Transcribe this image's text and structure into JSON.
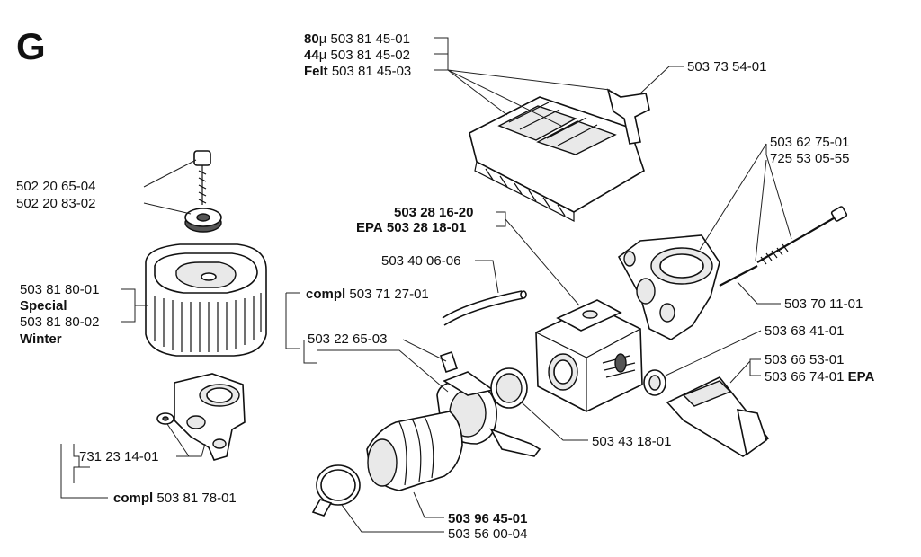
{
  "section": "G",
  "labels": {
    "filter_80": {
      "prefix": "80",
      "unit": "µ",
      "number": "503 81 45-01"
    },
    "filter_44": {
      "prefix": "44",
      "unit": "µ",
      "number": "503 81 45-02"
    },
    "filter_felt": {
      "prefix": "Felt",
      "number": "503 81 45-03"
    },
    "cover_bracket": "503 73 54-01",
    "knob": "502 20 65-04",
    "nut": "502 20 83-02",
    "air_filter_std": "503 81 80-01",
    "special": "Special",
    "air_filter_winter": "503 81 80-02",
    "winter": "Winter",
    "nut_small": "731 23 14-01",
    "bracket_compl": {
      "prefix": "compl",
      "number": "503 81 78-01"
    },
    "carb_1": "503 28 16-20",
    "carb_epa": {
      "prefix": "EPA",
      "number": "503 28 18-01"
    },
    "fuel_hose": "503 40 06-06",
    "intake_compl": {
      "prefix": "compl",
      "number": "503 71 27-01"
    },
    "intake_clamp": "503 22 65-03",
    "stud_1": "503 62 75-01",
    "stud_2": "725 53 05-55",
    "pin": "503 70 11-01",
    "plug": "503 68 41-01",
    "heat_1": "503 66 53-01",
    "heat_epa": {
      "number": "503 66 74-01",
      "suffix": "EPA"
    },
    "gasket_ring": "503 43 18-01",
    "intake_hose": "503 96 45-01",
    "hose_clamp": "503 56 00-04"
  }
}
